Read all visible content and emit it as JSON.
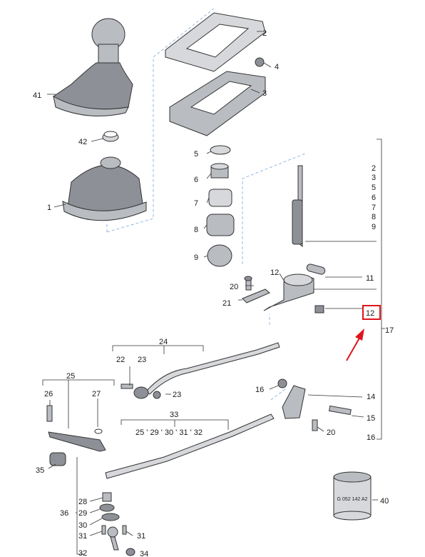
{
  "callouts": {
    "c1": "1",
    "c2": "2",
    "c3": "3",
    "c4": "4",
    "c5": "5",
    "c6": "6",
    "c7": "7",
    "c8": "8",
    "c9": "9",
    "c41": "41",
    "c42": "42",
    "list_2": "2",
    "list_3": "3",
    "list_5": "5",
    "list_6": "6",
    "list_7": "7",
    "list_8": "8",
    "list_9": "9",
    "c11": "11",
    "c12a": "12",
    "c12b": "12",
    "c17": "17",
    "c20a": "20",
    "c21": "21",
    "c24": "24",
    "c22": "22",
    "c23a": "23",
    "c23b": "23",
    "c25": "25",
    "c26": "26",
    "c27": "27",
    "c35": "35",
    "c16a": "16",
    "c14": "14",
    "c15": "15",
    "c20b": "20",
    "c16b": "16",
    "c33": "33",
    "c33_group": "25 ' 29 ' 30 ' 31 ' 32",
    "c28": "28",
    "c29": "29",
    "c30": "30",
    "c31a": "31",
    "c31b": "31",
    "c32": "32",
    "c34": "34",
    "c36": "36",
    "c40": "40"
  },
  "sealant_label": "G 052 142 A2",
  "highlight": {
    "label": "12",
    "color": "#e0141b"
  },
  "arrow_color": "#e0141b"
}
